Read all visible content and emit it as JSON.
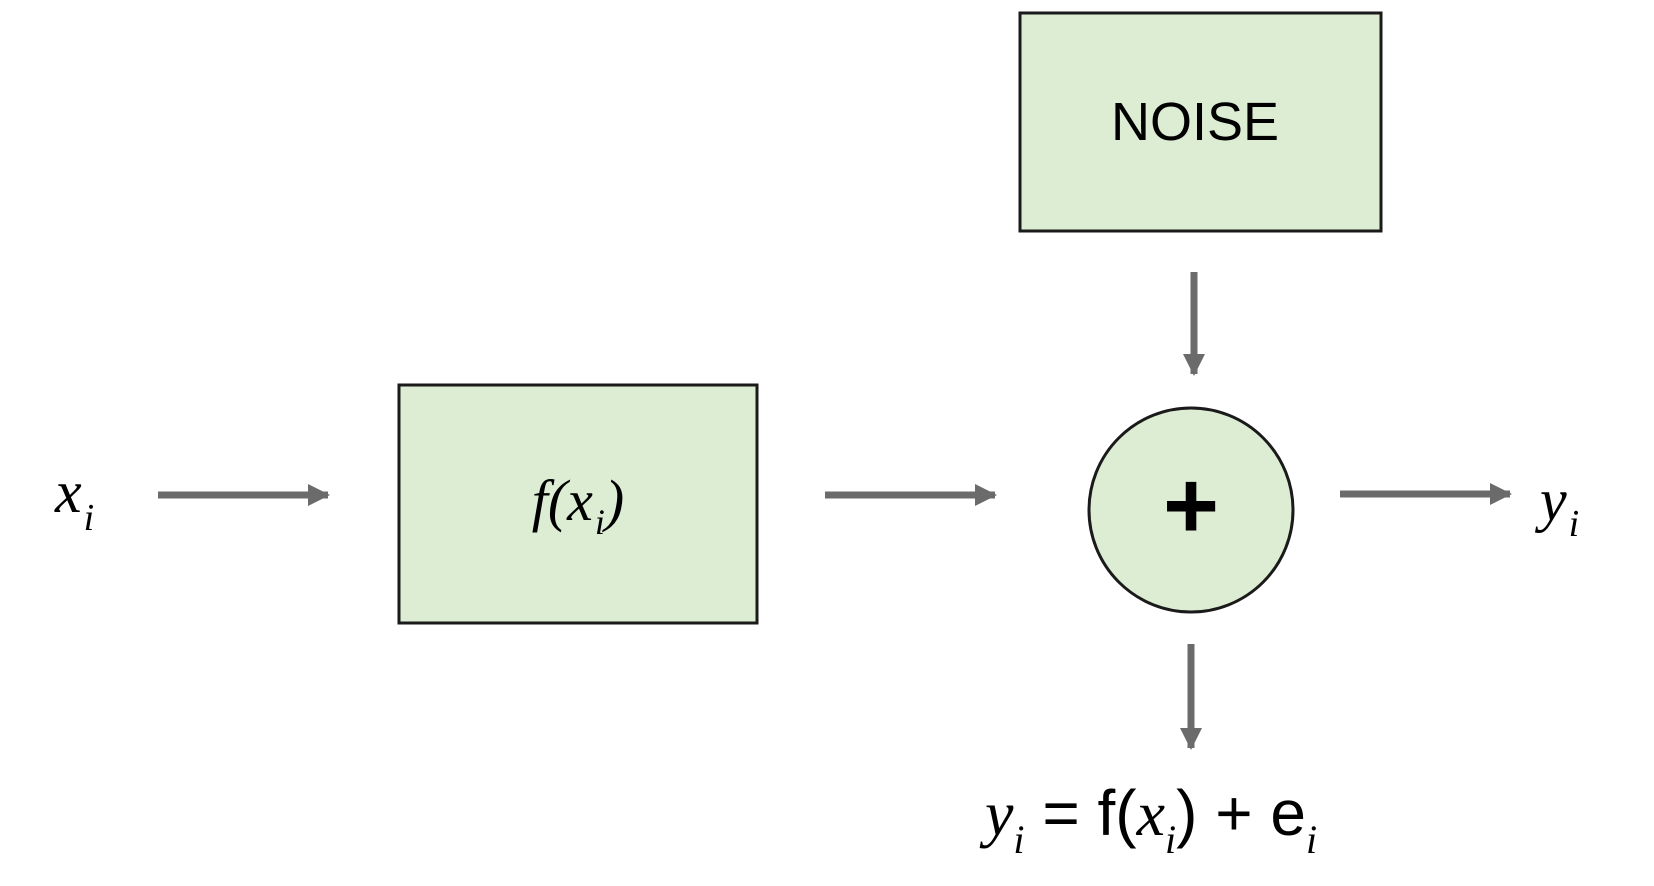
{
  "diagram": {
    "input_label": {
      "base": "x",
      "sub": "i"
    },
    "function_block": {
      "base": "f(x",
      "sub": "i",
      "close": ")"
    },
    "noise_block": {
      "label": "NOISE"
    },
    "sum_node": {
      "symbol": "+"
    },
    "output_label": {
      "base": "y",
      "sub": "i"
    },
    "equation": {
      "y": "y",
      "y_sub": "i",
      "equals_f": " = f(",
      "x": "x",
      "x_sub": "i",
      "plus_e": ") + e",
      "e_sub": "i"
    },
    "colors": {
      "block_fill": "#dcedd3",
      "block_stroke": "#1a1a1a",
      "arrow": "#6b6b6b"
    }
  }
}
